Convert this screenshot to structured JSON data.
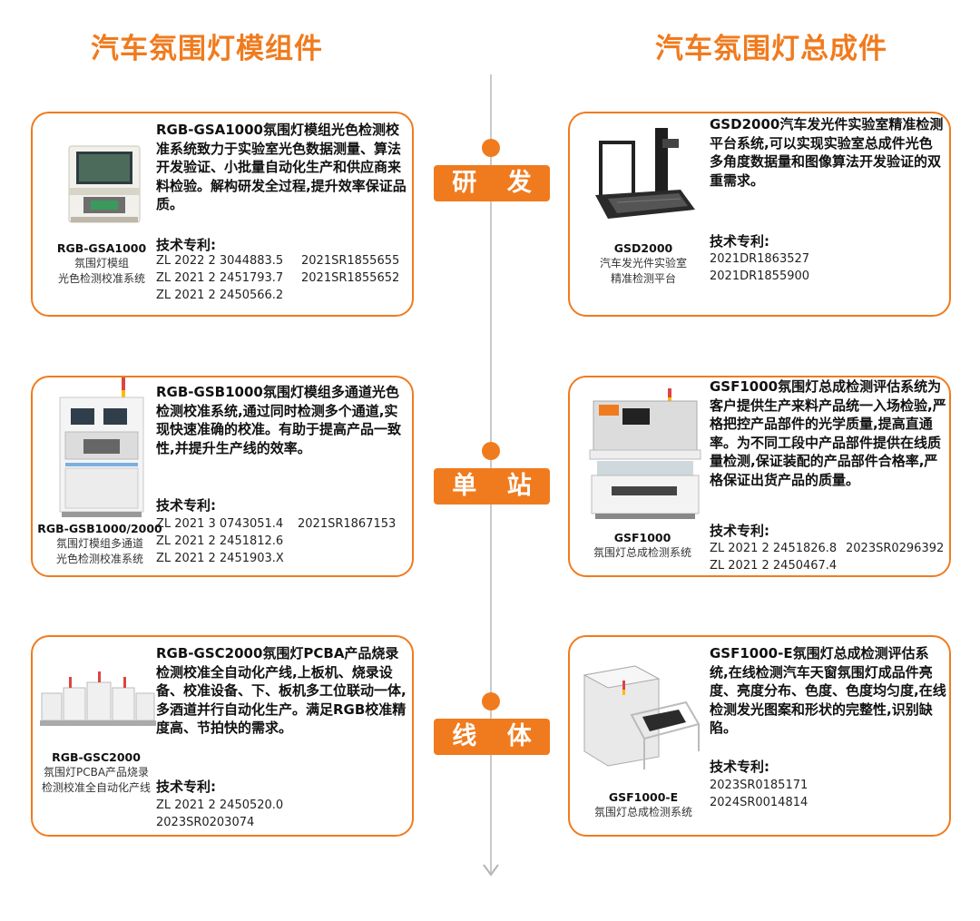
{
  "titles": {
    "left": "汽车氛围灯模组件",
    "right": "汽车氛围灯总成件"
  },
  "stages": [
    "研 发",
    "单 站",
    "线 体"
  ],
  "colors": {
    "accent": "#f07b1e",
    "axis": "#c9c9c9"
  },
  "cards": {
    "gsa": {
      "model": "RGB-GSA1000",
      "name1": "氛围灯模组",
      "name2": "光色检测校准系统",
      "desc": "RGB-GSA1000氛围灯模组光色检测校准系统致力于实验室光色数据测量、算法开发验证、小批量自动化生产和供应商来料检验。解构研发全过程,提升效率保证品质。",
      "patent_title": "技术专利:",
      "patents": [
        "ZL 2022 2 3044883.5",
        "2021SR1855655",
        "ZL 2021 2 2451793.7",
        "2021SR1855652",
        "ZL 2021 2 2450566.2"
      ]
    },
    "gsd": {
      "model": "GSD2000",
      "name1": "汽车发光件实验室",
      "name2": "精准检测平台",
      "desc": "GSD2000汽车发光件实验室精准检测平台系统,可以实现实验室总成件光色多角度数据量和图像算法开发验证的双重需求。",
      "patent_title": "技术专利:",
      "patents": [
        "2021DR1863527",
        "2021DR1855900"
      ]
    },
    "gsb": {
      "model": "RGB-GSB1000/2000",
      "name1": "氛围灯模组多通道",
      "name2": "光色检测校准系统",
      "desc": "RGB-GSB1000氛围灯模组多通道光色检测校准系统,通过同时检测多个通道,实现快速准确的校准。有助于提高产品一致性,并提升生产线的效率。",
      "patent_title": "技术专利:",
      "patents": [
        "ZL 2021 3 0743051.4",
        "2021SR1867153",
        "ZL 2021 2 2451812.6",
        "ZL 2021 2 2451903.X"
      ]
    },
    "gsf": {
      "model": "GSF1000",
      "name1": "氛围灯总成检测系统",
      "desc": "GSF1000氛围灯总成检测评估系统为客户提供生产来料产品统一入场检验,严格把控产品部件的光学质量,提高直通率。为不同工段中产品部件提供在线质量检测,保证装配的产品部件合格率,严格保证出货产品的质量。",
      "patent_title": "技术专利:",
      "patents": [
        "ZL 2021 2 2451826.8",
        "2023SR0296392",
        "ZL 2021 2 2450467.4"
      ]
    },
    "gsc": {
      "model": "RGB-GSC2000",
      "name1": "氛围灯PCBA产品烧录",
      "name2": "检测校准全自动化产线",
      "desc": "RGB-GSC2000氛围灯PCBA产品烧录检测校准全自动化产线,上板机、烧录设备、校准设备、下、板机多工位联动一体,多酒道并行自动化生产。满足RGB校准精度高、节拍快的需求。",
      "patent_title": "技术专利:",
      "patents": [
        "ZL 2021 2 2450520.0",
        "2023SR0203074"
      ]
    },
    "gsfe": {
      "model": "GSF1000-E",
      "name1": "氛围灯总成检测系统",
      "desc": "GSF1000-E氛围灯总成检测评估系统,在线检测汽车天窗氛围灯成品件亮度、亮度分布、色度、色度均匀度,在线检测发光图案和形状的完整性,识别缺陷。",
      "patent_title": "技术专利:",
      "patents": [
        "2023SR0185171",
        "2024SR0014814"
      ]
    }
  }
}
